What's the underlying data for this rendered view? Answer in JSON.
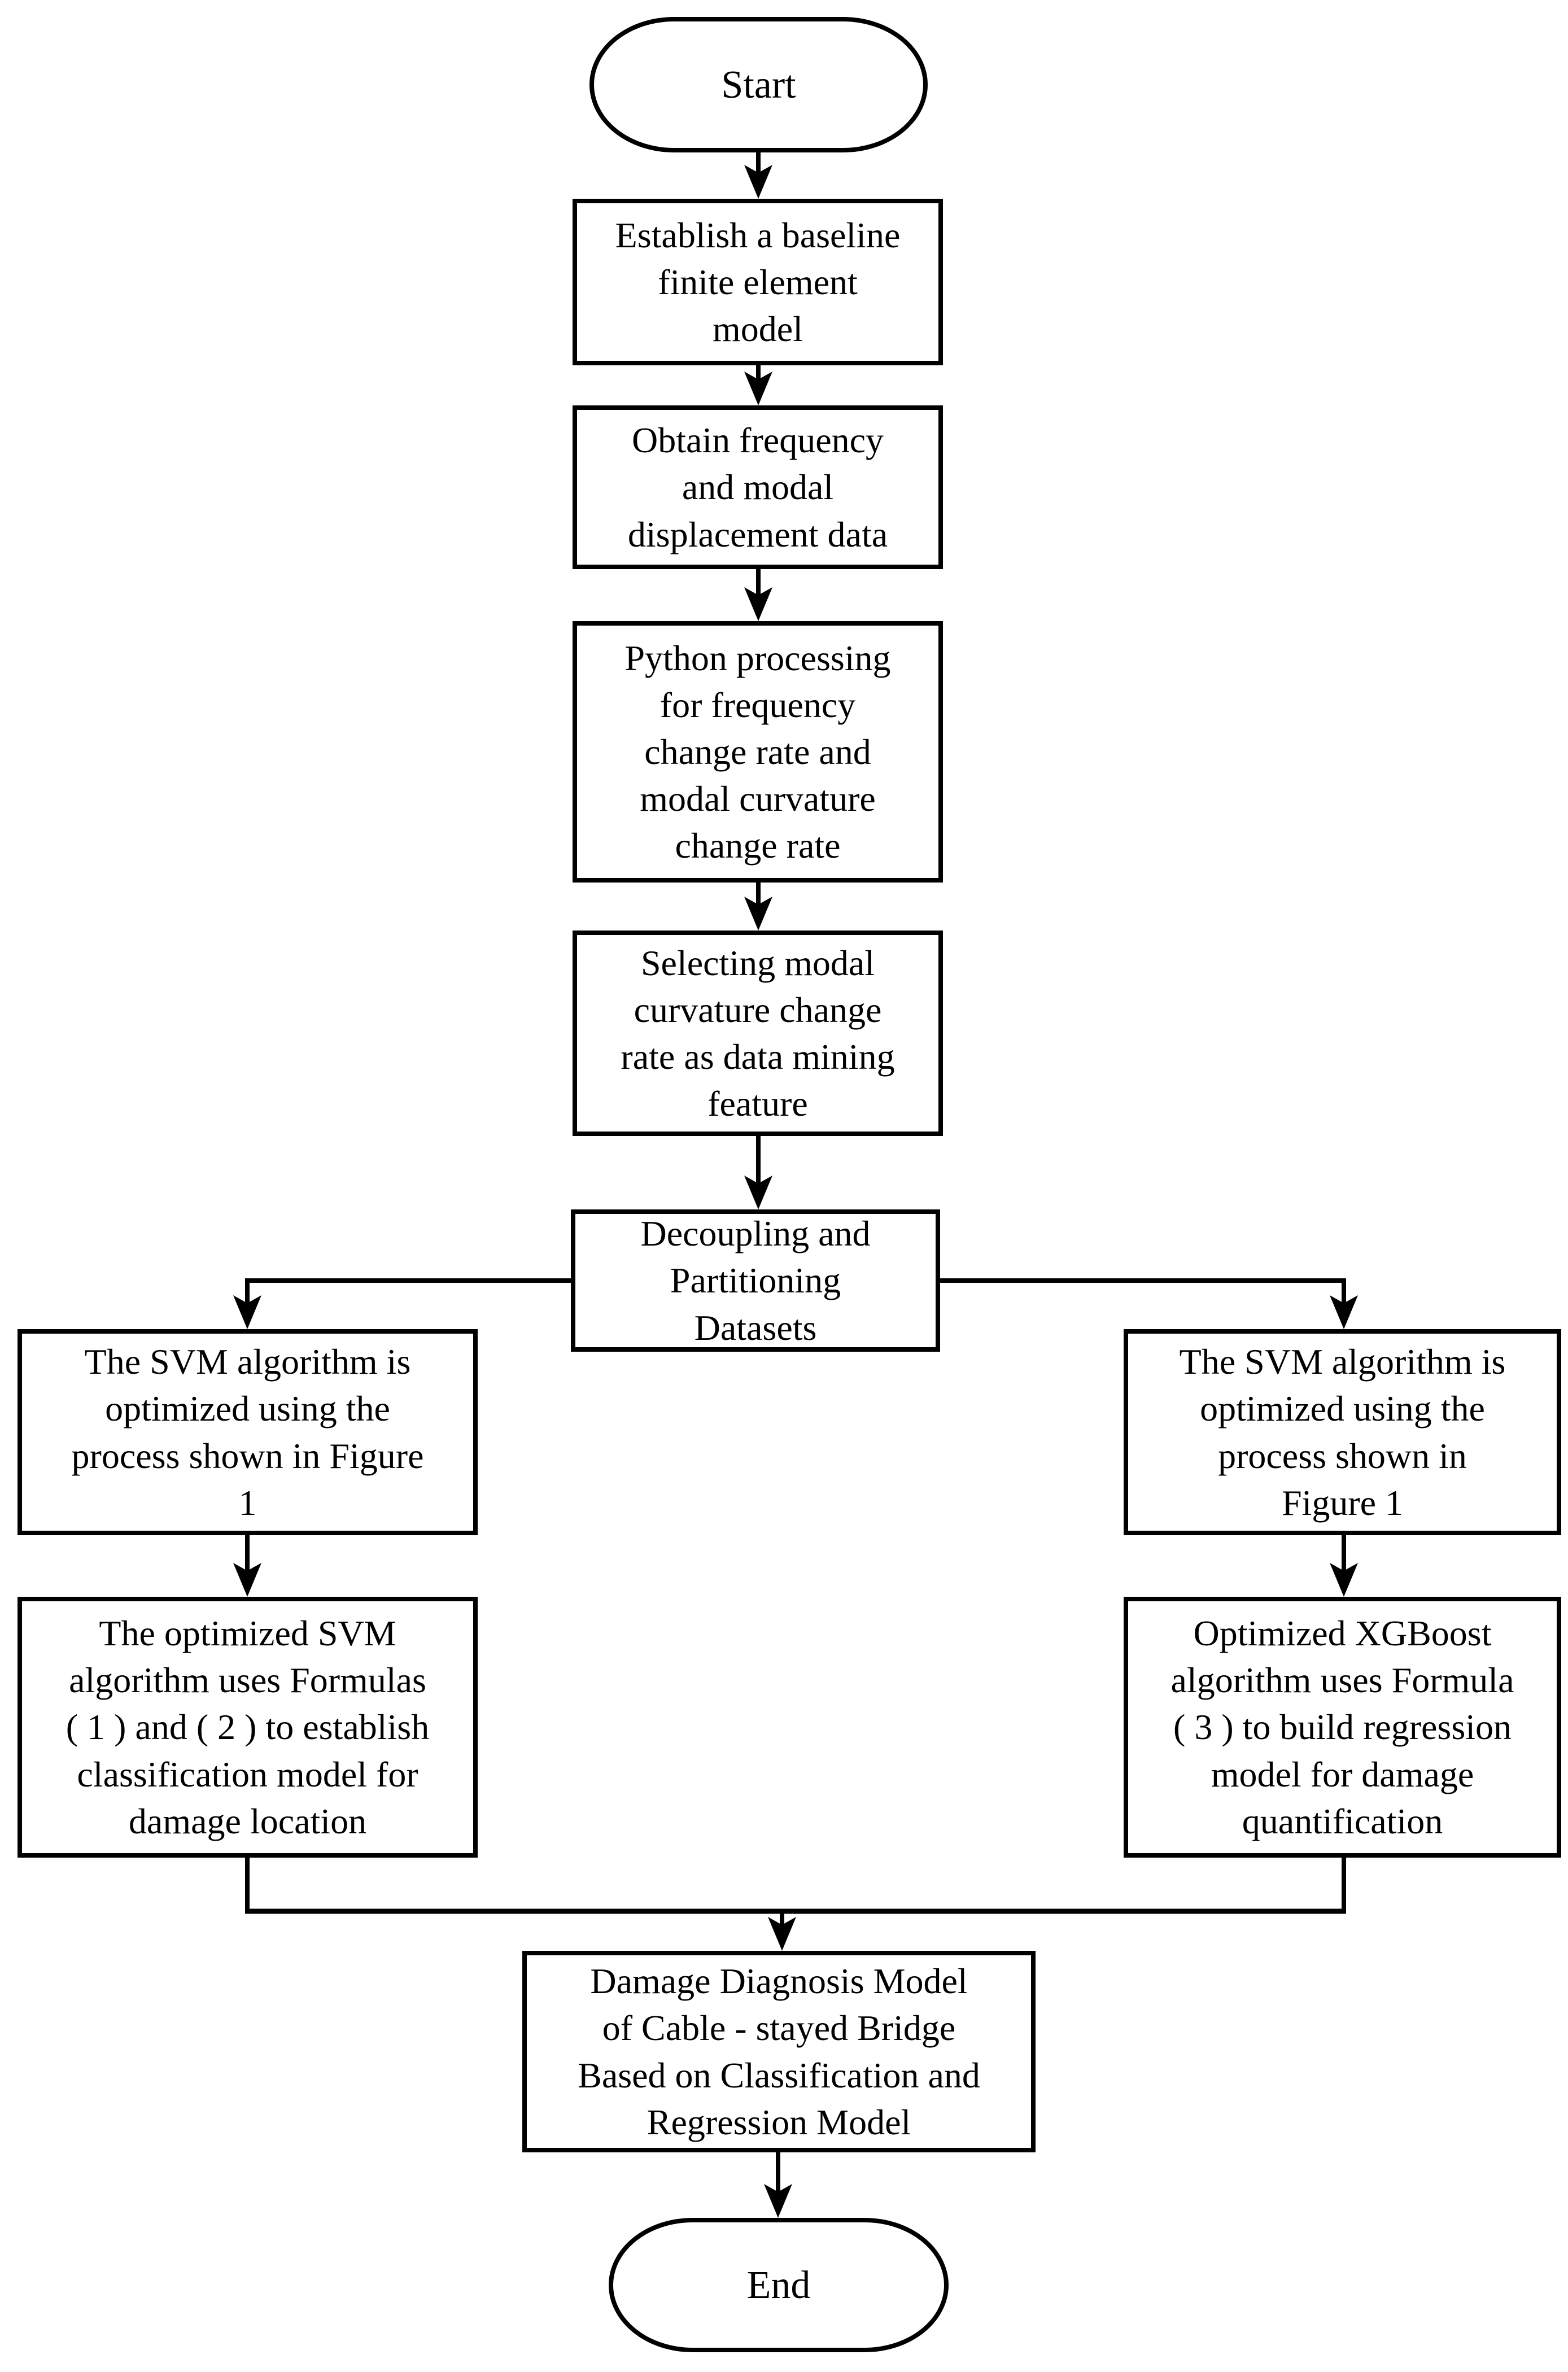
{
  "diagram": {
    "type": "flowchart",
    "background_color": "#ffffff",
    "stroke_color": "#000000",
    "nodes": {
      "start": {
        "shape": "terminator",
        "label": "Start"
      },
      "baseline_model": {
        "shape": "process",
        "label": "Establish a baseline\nfinite element\nmodel"
      },
      "obtain_data": {
        "shape": "process",
        "label": "Obtain frequency\nand modal\ndisplacement data"
      },
      "python_processing": {
        "shape": "process",
        "label": "Python processing\nfor frequency\nchange rate and\nmodal curvature\nchange rate"
      },
      "select_feature": {
        "shape": "process",
        "label": "Selecting modal\ncurvature change\nrate as data mining\nfeature"
      },
      "decoupling": {
        "shape": "process",
        "label": "Decoupling and\nPartitioning\nDatasets"
      },
      "svm_optimize_left": {
        "shape": "process",
        "label": "The SVM algorithm is\noptimized using the\nprocess shown in Figure\n1"
      },
      "svm_classification": {
        "shape": "process",
        "label": "The optimized SVM\nalgorithm uses Formulas\n( 1 ) and ( 2 ) to establish\nclassification model for\ndamage location"
      },
      "svm_optimize_right": {
        "shape": "process",
        "label": "The SVM algorithm is\noptimized using the\nprocess shown in\nFigure 1"
      },
      "xgboost_regression": {
        "shape": "process",
        "label": "Optimized XGBoost\nalgorithm uses Formula\n( 3 ) to build regression\nmodel for damage\nquantification"
      },
      "damage_diagnosis": {
        "shape": "process",
        "label": "Damage Diagnosis Model\nof Cable - stayed Bridge\nBased on Classification and\nRegression Model"
      },
      "end": {
        "shape": "terminator",
        "label": "End"
      }
    }
  }
}
